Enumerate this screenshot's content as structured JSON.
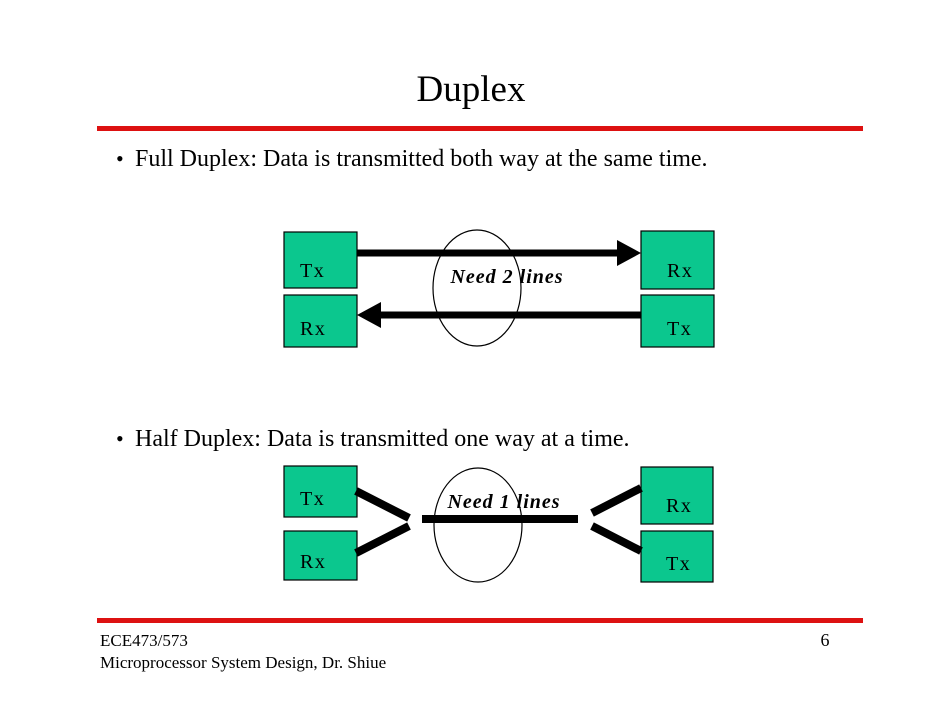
{
  "slide": {
    "title": "Duplex",
    "page_number": "6",
    "accent_color": "#DD1111",
    "box_color": "#0BC78E"
  },
  "bullets": {
    "marker": "•",
    "full": "Full Duplex: Data is transmitted both way at the same time.",
    "half": "Half Duplex: Data is transmitted one way at a time."
  },
  "full_duplex": {
    "label": "Need 2 lines",
    "boxes": {
      "top_left": "Tx",
      "top_right": "Rx",
      "bottom_left": "Rx",
      "bottom_right": "Tx"
    }
  },
  "half_duplex": {
    "label": "Need 1 lines",
    "boxes": {
      "top_left": "Tx",
      "top_right": "Rx",
      "bottom_left": "Rx",
      "bottom_right": "Tx"
    }
  },
  "footer": {
    "line1": "ECE473/573",
    "line2": "Microprocessor System Design, Dr. Shiue"
  }
}
